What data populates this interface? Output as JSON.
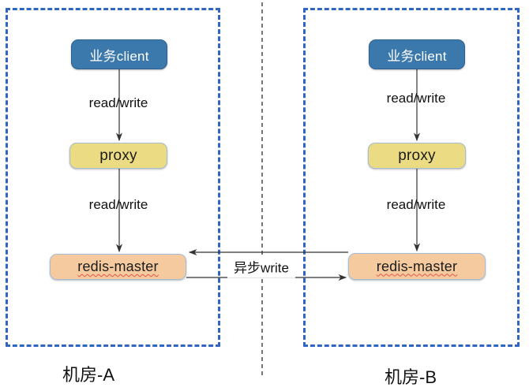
{
  "diagram": {
    "zone_a": {
      "title": "机房-A",
      "nodes": {
        "client": "业务client",
        "proxy": "proxy",
        "redis": "redis-master"
      },
      "edges": {
        "client_proxy": "read/write",
        "proxy_redis": "read/write"
      }
    },
    "zone_b": {
      "title": "机房-B",
      "nodes": {
        "client": "业务client",
        "proxy": "proxy",
        "redis": "redis-master"
      },
      "edges": {
        "client_proxy": "read/write",
        "proxy_redis": "read/write"
      }
    },
    "cross_link": {
      "label": "异步write"
    },
    "colors": {
      "zone_border": "#2f66c4",
      "client_fill": "#3b78ab",
      "proxy_fill": "#ebdb83",
      "redis_fill": "#f5ca9f",
      "arrow": "#333333",
      "divider": "#3c3c3c"
    }
  }
}
